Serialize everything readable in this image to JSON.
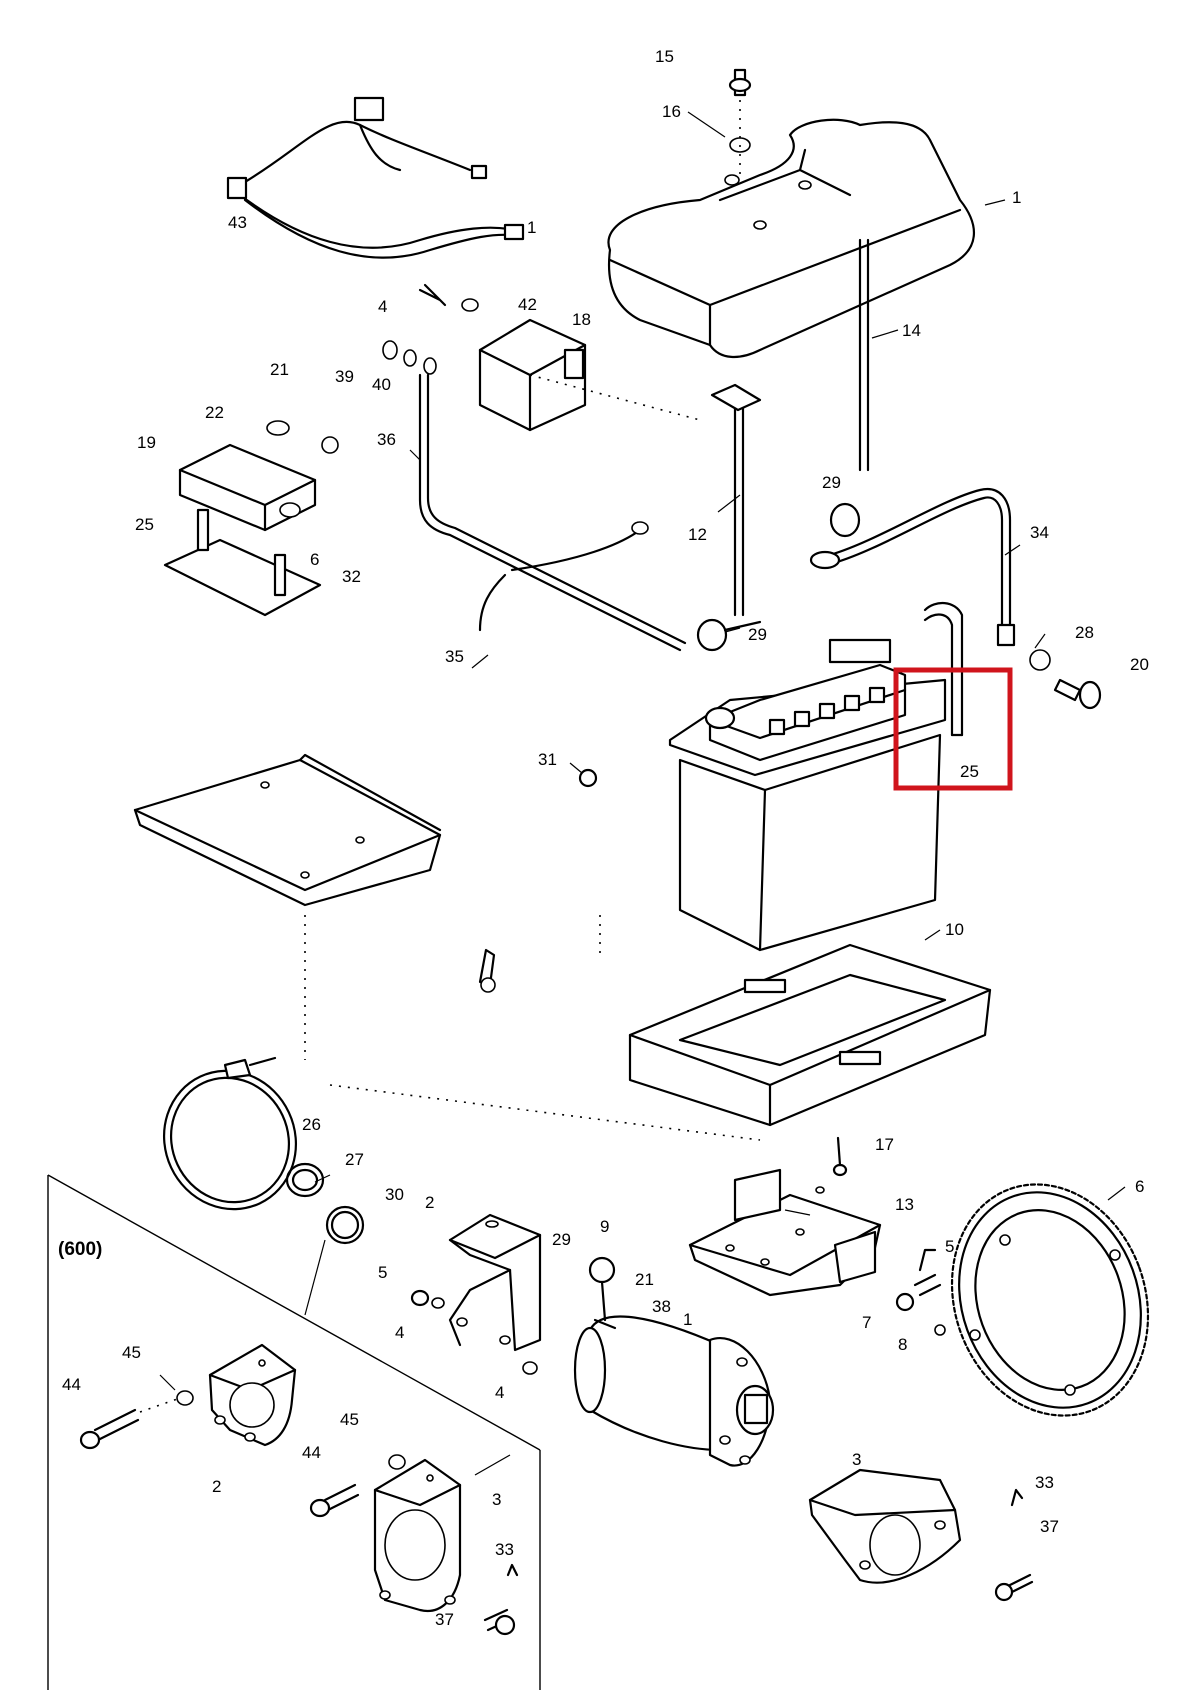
{
  "group_label": "(600)",
  "highlight_color": "#d0141c",
  "callouts": [
    {
      "id": "c15",
      "text": "15"
    },
    {
      "id": "c16",
      "text": "16"
    },
    {
      "id": "c1a",
      "text": "1"
    },
    {
      "id": "c43",
      "text": "43"
    },
    {
      "id": "c1b",
      "text": "1"
    },
    {
      "id": "c42",
      "text": "42"
    },
    {
      "id": "c18",
      "text": "18"
    },
    {
      "id": "c4a",
      "text": "4"
    },
    {
      "id": "c14",
      "text": "14"
    },
    {
      "id": "c21a",
      "text": "21"
    },
    {
      "id": "c39",
      "text": "39"
    },
    {
      "id": "c40",
      "text": "40"
    },
    {
      "id": "c22",
      "text": "22"
    },
    {
      "id": "c19",
      "text": "19"
    },
    {
      "id": "c36",
      "text": "36"
    },
    {
      "id": "c29a",
      "text": "29"
    },
    {
      "id": "c12",
      "text": "12"
    },
    {
      "id": "c34",
      "text": "34"
    },
    {
      "id": "c25a",
      "text": "25"
    },
    {
      "id": "c6a",
      "text": "6"
    },
    {
      "id": "c32",
      "text": "32"
    },
    {
      "id": "c29b",
      "text": "29"
    },
    {
      "id": "c28",
      "text": "28"
    },
    {
      "id": "c20",
      "text": "20"
    },
    {
      "id": "c35",
      "text": "35"
    },
    {
      "id": "c25b",
      "text": "25"
    },
    {
      "id": "c31",
      "text": "31"
    },
    {
      "id": "c10",
      "text": "10"
    },
    {
      "id": "c26",
      "text": "26"
    },
    {
      "id": "c27",
      "text": "27"
    },
    {
      "id": "c30",
      "text": "30"
    },
    {
      "id": "c2a",
      "text": "2"
    },
    {
      "id": "c9",
      "text": "9"
    },
    {
      "id": "c29c",
      "text": "29"
    },
    {
      "id": "c17",
      "text": "17"
    },
    {
      "id": "c13",
      "text": "13"
    },
    {
      "id": "c6b",
      "text": "6"
    },
    {
      "id": "c5a",
      "text": "5"
    },
    {
      "id": "c21b",
      "text": "21"
    },
    {
      "id": "c38",
      "text": "38"
    },
    {
      "id": "c1c",
      "text": "1"
    },
    {
      "id": "c4b",
      "text": "4"
    },
    {
      "id": "c4c",
      "text": "4"
    },
    {
      "id": "c5b",
      "text": "5"
    },
    {
      "id": "c7",
      "text": "7"
    },
    {
      "id": "c8",
      "text": "8"
    },
    {
      "id": "c45a",
      "text": "45"
    },
    {
      "id": "c44a",
      "text": "44"
    },
    {
      "id": "c2b",
      "text": "2"
    },
    {
      "id": "c45b",
      "text": "45"
    },
    {
      "id": "c44b",
      "text": "44"
    },
    {
      "id": "c3a",
      "text": "3"
    },
    {
      "id": "c33a",
      "text": "33"
    },
    {
      "id": "c37a",
      "text": "37"
    },
    {
      "id": "c3b",
      "text": "3"
    },
    {
      "id": "c33b",
      "text": "33"
    },
    {
      "id": "c37b",
      "text": "37"
    }
  ]
}
